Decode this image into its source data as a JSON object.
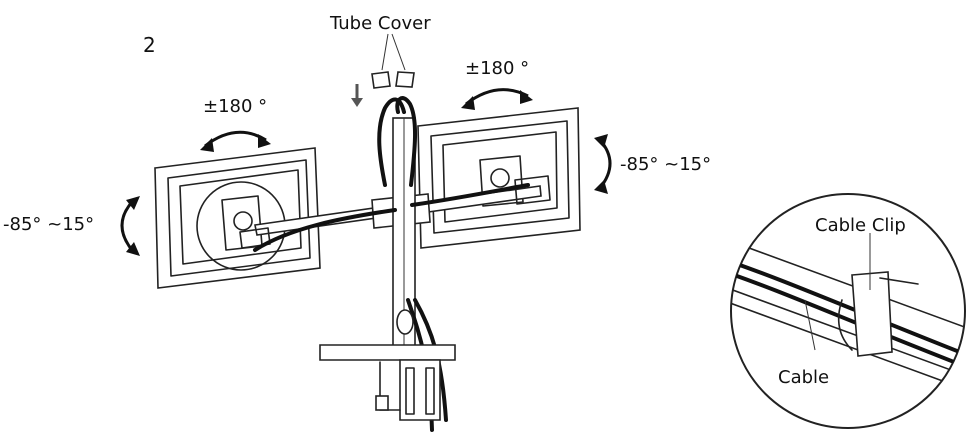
{
  "step_number": "2",
  "labels": {
    "tube_cover": "Tube Cover",
    "rotate_left": "±180 °",
    "rotate_right": "±180 °",
    "tilt_left": "-85° ~15°",
    "tilt_right": "-85° ~15°",
    "cable_clip": "Cable Clip",
    "cable": "Cable"
  }
}
